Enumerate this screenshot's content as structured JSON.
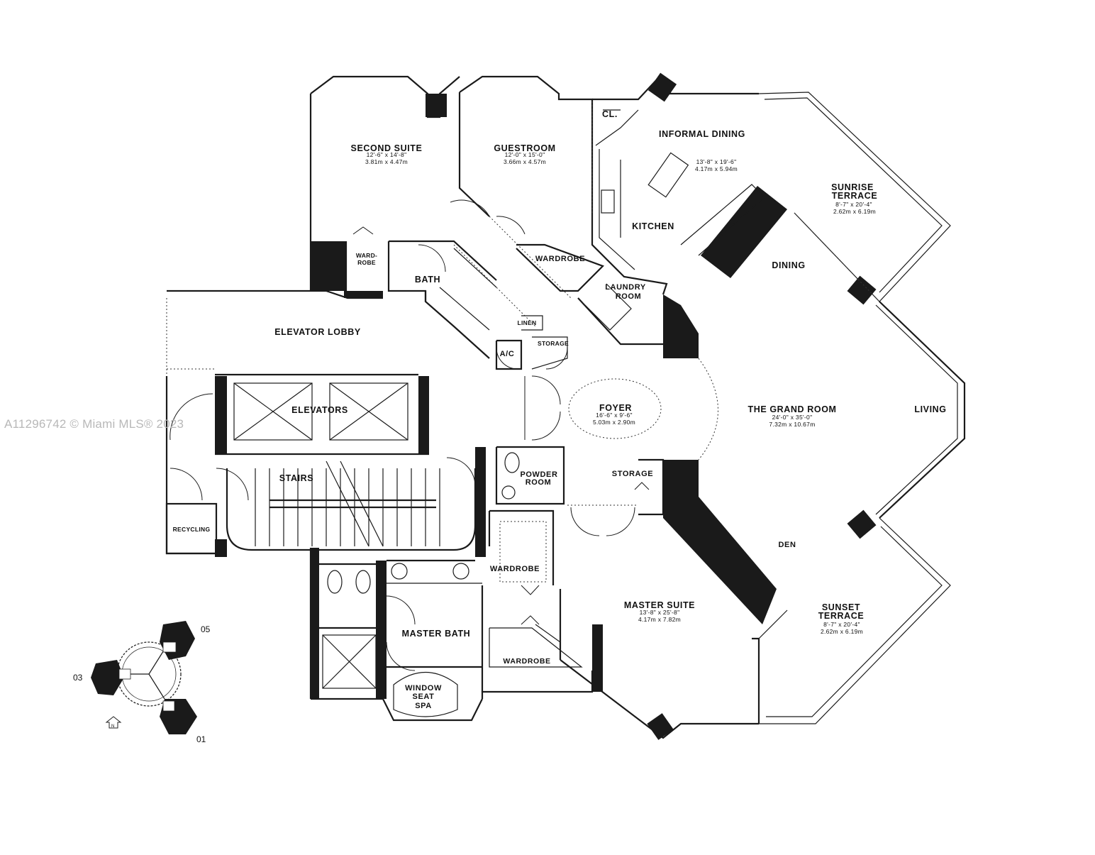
{
  "watermark": "A11296742 © Miami MLS® 2023",
  "rooms": {
    "second_suite": {
      "name": "SECOND SUITE",
      "dim_ft": "12'-6\" x 14'-8\"",
      "dim_m": "3.81m x 4.47m"
    },
    "guestroom": {
      "name": "GUESTROOM",
      "dim_ft": "12'-0\" x 15'-0\"",
      "dim_m": "3.66m x 4.57m"
    },
    "closet": {
      "name": "CL."
    },
    "informal_dining": {
      "name": "INFORMAL DINING",
      "dim_ft": "13'-8\" x 19'-6\"",
      "dim_m": "4.17m x 5.94m"
    },
    "kitchen": {
      "name": "KITCHEN"
    },
    "sunrise_terrace": {
      "name_line1": "SUNRISE",
      "name_line2": "TERRACE",
      "dim_ft": "8'-7\" x 20'-4\"",
      "dim_m": "2.62m x 6.19m"
    },
    "wardrobe_second": {
      "name_line1": "WARD-",
      "name_line2": "ROBE"
    },
    "bath": {
      "name": "BATH"
    },
    "wardrobe_guest": {
      "name": "WARDROBE"
    },
    "laundry": {
      "name_line1": "LAUNDRY",
      "name_line2": "ROOM"
    },
    "dining": {
      "name": "DINING"
    },
    "linen": {
      "name": "LINEN"
    },
    "ac": {
      "name": "A/C"
    },
    "storage_upper": {
      "name": "STORAGE"
    },
    "elevator_lobby": {
      "name": "ELEVATOR LOBBY"
    },
    "elevators": {
      "name": "ELEVATORS"
    },
    "foyer": {
      "name": "FOYER",
      "dim_ft": "16'-6\" x 9'-6\"",
      "dim_m": "5.03m x 2.90m"
    },
    "grand_room": {
      "name": "THE GRAND ROOM",
      "dim_ft": "24'-0\" x 35'-0\"",
      "dim_m": "7.32m x 10.67m"
    },
    "living": {
      "name": "LIVING"
    },
    "stairs": {
      "name": "STAIRS"
    },
    "powder_room": {
      "name_line1": "POWDER",
      "name_line2": "ROOM"
    },
    "storage_lower": {
      "name": "STORAGE"
    },
    "recycling": {
      "name": "RECYCLING"
    },
    "den": {
      "name": "DEN"
    },
    "wardrobe_master_upper": {
      "name": "WARDROBE"
    },
    "master_suite": {
      "name": "MASTER SUITE",
      "dim_ft": "13'-8\" x 25'-8\"",
      "dim_m": "4.17m x 7.82m"
    },
    "sunset_terrace": {
      "name_line1": "SUNSET",
      "name_line2": "TERRACE",
      "dim_ft": "8'-7\" x 20'-4\"",
      "dim_m": "2.62m x 6.19m"
    },
    "master_bath": {
      "name": "MASTER BATH"
    },
    "wardrobe_master_lower": {
      "name": "WARDROBE"
    },
    "window_seat_spa": {
      "line1": "WINDOW",
      "line2": "SEAT",
      "line3": "SPA"
    }
  },
  "key_plan": {
    "unit_05": "05",
    "unit_03": "03",
    "unit_01": "01",
    "north_symbol": "north-arrow-icon"
  }
}
